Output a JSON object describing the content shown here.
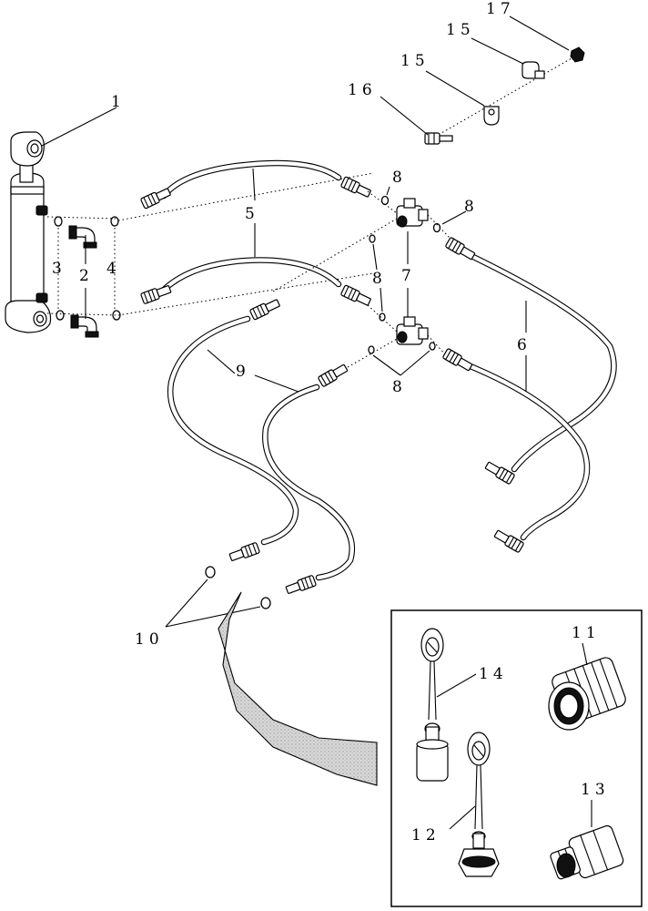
{
  "callouts": {
    "c1": "1",
    "c2": "2",
    "c3": "3",
    "c4": "4",
    "c5": "5",
    "c6": "6",
    "c7": "7",
    "c8a": "8",
    "c8b": "8",
    "c8c": "8",
    "c8d": "8",
    "c9": "9",
    "c10": "10",
    "c11": "11",
    "c12": "12",
    "c13": "13",
    "c14": "14",
    "c15a": "15",
    "c15b": "15",
    "c16": "16",
    "c17": "17"
  }
}
